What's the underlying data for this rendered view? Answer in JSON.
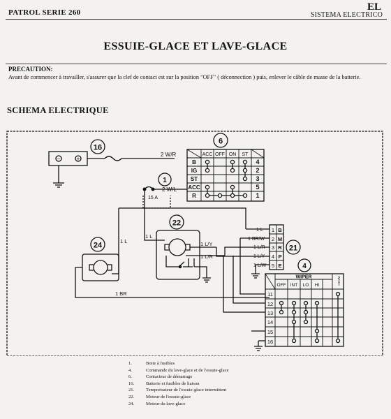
{
  "header": {
    "left": "PATROL SERIE 260",
    "right_code": "EL",
    "right_sub": "SISTEMA ELECTRICO"
  },
  "title": "ESSUIE-GLACE ET LAVE-GLACE",
  "precaution": {
    "label": "PRECAUTION:",
    "text": "Avant de commencer à travailler, s'assurer que la clef de contact est sur la position \"OFF\" ( déconnection ) puis, enlever le câble de masse de la batterie."
  },
  "schema_title": "SCHEMA ELECTRIQUE",
  "diagram": {
    "callouts": [
      "16",
      "1",
      "6",
      "22",
      "24",
      "21",
      "4"
    ],
    "battery": {
      "minus": "⊖",
      "plus": "+"
    },
    "fuse_wires": [
      "2 W/R",
      "2 W/L"
    ],
    "fuse_rating": "15 A",
    "ignition_switch": {
      "columns": [
        "ACC",
        "OFF",
        "ON",
        "ST"
      ],
      "rows": [
        "B",
        "IG",
        "ST",
        "ACC",
        "R"
      ],
      "pins": [
        "4",
        "2",
        "3",
        "5",
        "1"
      ]
    },
    "motor_wires": [
      "1 L",
      "1 L/Y",
      "1 L/R"
    ],
    "left_wire": "1 L",
    "relay": {
      "pins": [
        "1",
        "2",
        "3",
        "4",
        "5"
      ],
      "letters": [
        "B",
        "M",
        "R",
        "P",
        "E"
      ],
      "wires": [
        "1 L",
        "1 BR/W",
        "1 L/R",
        "1 L/Y",
        "1 L/W"
      ]
    },
    "bottom_wire": "1 BR",
    "wiper_switch": {
      "group_label": "WIPER",
      "columns": [
        "OFF",
        "INT",
        "LO",
        "HI"
      ],
      "wash_label": "WASH",
      "rows": [
        "11",
        "12",
        "13",
        "14",
        "15",
        "16"
      ]
    }
  },
  "legend": [
    {
      "num": "1.",
      "text": "Boite à fusibles"
    },
    {
      "num": "4.",
      "text": "Commande du lave-glace et de l'essuie-glace"
    },
    {
      "num": "6.",
      "text": "Contacteur de démarrage"
    },
    {
      "num": "16.",
      "text": "Batterie et fusibles de liaison"
    },
    {
      "num": "21.",
      "text": "Temporisateur de l'essuie-glace intermittent"
    },
    {
      "num": "22.",
      "text": "Moteur de l'essuie-glace"
    },
    {
      "num": "24.",
      "text": "Moteur du lave-glace"
    }
  ]
}
